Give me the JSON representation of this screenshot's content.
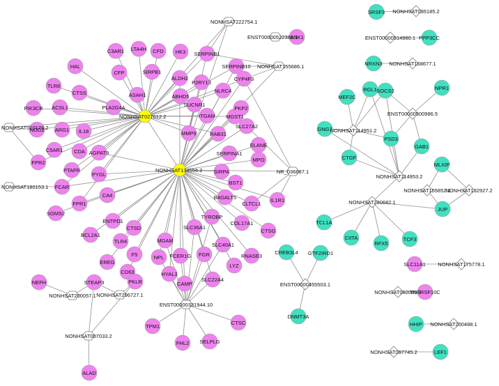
{
  "colors": {
    "mrna_pink": "#ee82ee",
    "mrna_teal": "#40e0c0",
    "hub_yellow": "#ffff00",
    "lnc_fill": "#ffffff",
    "edge": "#8f8f8f"
  },
  "nodes": [
    {
      "id": "NONHSAT027612.2",
      "shape": "circle",
      "color": "yellow"
    },
    {
      "id": "NONHSAT134556.2",
      "shape": "circle",
      "color": "yellow"
    },
    {
      "id": "NONHSAT222754.1",
      "shape": "hexagon"
    },
    {
      "id": "NONHSAT155686.1",
      "shape": "hexagon"
    },
    {
      "id": "ENST00000522388.1",
      "shape": "hexagon"
    },
    {
      "id": "NONHSAT010176.2",
      "shape": "hexagon"
    },
    {
      "id": "NONHSAT180153.1",
      "shape": "hexagon"
    },
    {
      "id": "NR_036687.1",
      "shape": "hexagon"
    },
    {
      "id": "ENST00000331944.10",
      "shape": "hexagon"
    },
    {
      "id": "NONHSAT200057.1",
      "shape": "hexagon"
    },
    {
      "id": "NONHSAT206727.1",
      "shape": "hexagon"
    },
    {
      "id": "NONHSAT007033.2",
      "shape": "hexagon"
    },
    {
      "id": "ANK1",
      "shape": "circle",
      "color": "pink"
    },
    {
      "id": "C3AR1",
      "shape": "circle",
      "color": "pink"
    },
    {
      "id": "LTA4H",
      "shape": "circle",
      "color": "pink"
    },
    {
      "id": "CFD",
      "shape": "circle",
      "color": "pink"
    },
    {
      "id": "HK3",
      "shape": "circle",
      "color": "pink"
    },
    {
      "id": "SERPINB1",
      "shape": "circle",
      "color": "pink"
    },
    {
      "id": "SERPINB10",
      "shape": "circle",
      "color": "pink"
    },
    {
      "id": "HAL",
      "shape": "circle",
      "color": "pink"
    },
    {
      "id": "CFP",
      "shape": "circle",
      "color": "pink"
    },
    {
      "id": "SIRPB1",
      "shape": "circle",
      "color": "pink"
    },
    {
      "id": "ALDH2",
      "shape": "circle",
      "color": "pink"
    },
    {
      "id": "P2RY13",
      "shape": "circle",
      "color": "pink"
    },
    {
      "id": "TLR8",
      "shape": "circle",
      "color": "pink"
    },
    {
      "id": "CTSS",
      "shape": "circle",
      "color": "pink"
    },
    {
      "id": "ASAH1",
      "shape": "circle",
      "color": "pink"
    },
    {
      "id": "ABHD5",
      "shape": "circle",
      "color": "pink"
    },
    {
      "id": "NLRC4",
      "shape": "circle",
      "color": "pink"
    },
    {
      "id": "CYP4F3",
      "shape": "circle",
      "color": "pink"
    },
    {
      "id": "PIK3CB",
      "shape": "circle",
      "color": "pink"
    },
    {
      "id": "ACSL1",
      "shape": "circle",
      "color": "pink"
    },
    {
      "id": "PLA2G4A",
      "shape": "circle",
      "color": "pink"
    },
    {
      "id": "SUCNR1",
      "shape": "circle",
      "color": "pink"
    },
    {
      "id": "ITGAM",
      "shape": "circle",
      "color": "pink"
    },
    {
      "id": "MGST1",
      "shape": "circle",
      "color": "pink"
    },
    {
      "id": "PKP2",
      "shape": "circle",
      "color": "pink"
    },
    {
      "id": "NOD2",
      "shape": "circle",
      "color": "pink"
    },
    {
      "id": "ARG1",
      "shape": "circle",
      "color": "pink"
    },
    {
      "id": "IL18",
      "shape": "circle",
      "color": "pink"
    },
    {
      "id": "MMP9",
      "shape": "circle",
      "color": "pink"
    },
    {
      "id": "RAB31",
      "shape": "circle",
      "color": "pink"
    },
    {
      "id": "SLC27A2",
      "shape": "circle",
      "color": "pink"
    },
    {
      "id": "C5AR1",
      "shape": "circle",
      "color": "pink"
    },
    {
      "id": "CDA",
      "shape": "circle",
      "color": "pink"
    },
    {
      "id": "AGPAT9",
      "shape": "circle",
      "color": "pink"
    },
    {
      "id": "SERPINA1",
      "shape": "circle",
      "color": "pink"
    },
    {
      "id": "ELANE",
      "shape": "circle",
      "color": "pink"
    },
    {
      "id": "FPR2",
      "shape": "circle",
      "color": "pink"
    },
    {
      "id": "PTAFR",
      "shape": "circle",
      "color": "pink"
    },
    {
      "id": "PYGL",
      "shape": "circle",
      "color": "pink"
    },
    {
      "id": "SIRPA",
      "shape": "circle",
      "color": "pink"
    },
    {
      "id": "BST1",
      "shape": "circle",
      "color": "pink"
    },
    {
      "id": "MPO",
      "shape": "circle",
      "color": "pink"
    },
    {
      "id": "FCAR",
      "shape": "circle",
      "color": "pink"
    },
    {
      "id": "B4GALT5",
      "shape": "circle",
      "color": "pink"
    },
    {
      "id": "CLTCL1",
      "shape": "circle",
      "color": "pink"
    },
    {
      "id": "IL1R1",
      "shape": "circle",
      "color": "pink"
    },
    {
      "id": "FPR1",
      "shape": "circle",
      "color": "pink"
    },
    {
      "id": "CA4",
      "shape": "circle",
      "color": "pink"
    },
    {
      "id": "TYROBP",
      "shape": "circle",
      "color": "pink"
    },
    {
      "id": "SGMS2",
      "shape": "circle",
      "color": "pink"
    },
    {
      "id": "ENTPD1",
      "shape": "circle",
      "color": "pink"
    },
    {
      "id": "CTSD",
      "shape": "circle",
      "color": "pink"
    },
    {
      "id": "SLC36A1",
      "shape": "circle",
      "color": "pink"
    },
    {
      "id": "COL17A1",
      "shape": "circle",
      "color": "pink"
    },
    {
      "id": "CTSG",
      "shape": "circle",
      "color": "pink"
    },
    {
      "id": "BCL2A1",
      "shape": "circle",
      "color": "pink"
    },
    {
      "id": "TLR4",
      "shape": "circle",
      "color": "pink"
    },
    {
      "id": "MGAM",
      "shape": "circle",
      "color": "pink"
    },
    {
      "id": "SLC40A1",
      "shape": "circle",
      "color": "pink"
    },
    {
      "id": "EREG",
      "shape": "circle",
      "color": "pink"
    },
    {
      "id": "F5",
      "shape": "circle",
      "color": "pink"
    },
    {
      "id": "NPL",
      "shape": "circle",
      "color": "pink"
    },
    {
      "id": "FCER1G",
      "shape": "circle",
      "color": "pink"
    },
    {
      "id": "FGR",
      "shape": "circle",
      "color": "pink"
    },
    {
      "id": "RNASE3",
      "shape": "circle",
      "color": "pink"
    },
    {
      "id": "CD63",
      "shape": "circle",
      "color": "pink"
    },
    {
      "id": "LYZ",
      "shape": "circle",
      "color": "pink"
    },
    {
      "id": "HYAL3",
      "shape": "circle",
      "color": "pink"
    },
    {
      "id": "CAMP",
      "shape": "circle",
      "color": "pink"
    },
    {
      "id": "SLC22A4",
      "shape": "circle",
      "color": "pink"
    },
    {
      "id": "NEFH",
      "shape": "circle",
      "color": "pink"
    },
    {
      "id": "STEAP3",
      "shape": "circle",
      "color": "pink"
    },
    {
      "id": "PKLR",
      "shape": "circle",
      "color": "pink"
    },
    {
      "id": "TPM1",
      "shape": "circle",
      "color": "pink"
    },
    {
      "id": "CTSC",
      "shape": "circle",
      "color": "pink"
    },
    {
      "id": "FHL2",
      "shape": "circle",
      "color": "pink"
    },
    {
      "id": "SELPLG",
      "shape": "circle",
      "color": "pink"
    },
    {
      "id": "ALAD",
      "shape": "circle",
      "color": "pink"
    },
    {
      "id": "SLC11A1",
      "shape": "circle",
      "color": "pink"
    },
    {
      "id": "TNFRSF10C",
      "shape": "circle",
      "color": "pink"
    },
    {
      "id": "SRSF3",
      "shape": "circle",
      "color": "teal"
    },
    {
      "id": "PPP3CC",
      "shape": "circle",
      "color": "teal"
    },
    {
      "id": "NRXN3",
      "shape": "circle",
      "color": "teal"
    },
    {
      "id": "RGL1",
      "shape": "circle",
      "color": "teal"
    },
    {
      "id": "MEF2C",
      "shape": "circle",
      "color": "teal"
    },
    {
      "id": "SOCS2",
      "shape": "circle",
      "color": "teal"
    },
    {
      "id": "NPR1",
      "shape": "circle",
      "color": "teal"
    },
    {
      "id": "GNG7",
      "shape": "circle",
      "color": "teal"
    },
    {
      "id": "PSD3",
      "shape": "circle",
      "color": "teal"
    },
    {
      "id": "GAB1",
      "shape": "circle",
      "color": "teal"
    },
    {
      "id": "CTGF",
      "shape": "circle",
      "color": "teal"
    },
    {
      "id": "MLXIP",
      "shape": "circle",
      "color": "teal"
    },
    {
      "id": "JUP",
      "shape": "circle",
      "color": "teal"
    },
    {
      "id": "TCL1A",
      "shape": "circle",
      "color": "teal"
    },
    {
      "id": "CIITA",
      "shape": "circle",
      "color": "teal"
    },
    {
      "id": "RFX5",
      "shape": "circle",
      "color": "teal"
    },
    {
      "id": "TCF3",
      "shape": "circle",
      "color": "teal"
    },
    {
      "id": "CREB3L4",
      "shape": "circle",
      "color": "teal"
    },
    {
      "id": "GTF2IRD1",
      "shape": "circle",
      "color": "teal"
    },
    {
      "id": "DNMT3A",
      "shape": "circle",
      "color": "teal"
    },
    {
      "id": "HHIP",
      "shape": "circle",
      "color": "teal"
    },
    {
      "id": "LEF1",
      "shape": "circle",
      "color": "teal"
    },
    {
      "id": "NONHSAT035185.2",
      "shape": "diamond"
    },
    {
      "id": "ENST00000514980.1",
      "shape": "diamond"
    },
    {
      "id": "NONHSAT168677.1",
      "shape": "diamond"
    },
    {
      "id": "ENST00000500986.5",
      "shape": "diamond"
    },
    {
      "id": "NONHSAT114951.2",
      "shape": "diamond"
    },
    {
      "id": "NONHSAT114953.2",
      "shape": "diamond"
    },
    {
      "id": "NONHSAT155852.1",
      "shape": "diamond"
    },
    {
      "id": "NONHSAT132927.2",
      "shape": "diamond"
    },
    {
      "id": "NONHSAT230682.1",
      "shape": "diamond"
    },
    {
      "id": "ENST00000455503.1",
      "shape": "diamond"
    },
    {
      "id": "NONHSAT175778.1",
      "shape": "diamond"
    },
    {
      "id": "NONHSAT082085.2",
      "shape": "diamond"
    },
    {
      "id": "NONHSAT200488.1",
      "shape": "diamond"
    },
    {
      "id": "NONHSAT097745.2",
      "shape": "diamond"
    }
  ],
  "edges": [
    [
      "NONHSAT027612.2",
      "NONHSAT134556.2"
    ],
    [
      "NONHSAT027612.2",
      "C3AR1"
    ],
    [
      "NONHSAT027612.2",
      "LTA4H"
    ],
    [
      "NONHSAT027612.2",
      "CFD"
    ],
    [
      "NONHSAT027612.2",
      "HK3"
    ],
    [
      "NONHSAT027612.2",
      "SERPINB1"
    ],
    [
      "NONHSAT027612.2",
      "SERPINB10"
    ],
    [
      "NONHSAT027612.2",
      "HAL"
    ],
    [
      "NONHSAT027612.2",
      "CFP"
    ],
    [
      "NONHSAT027612.2",
      "SIRPB1"
    ],
    [
      "NONHSAT027612.2",
      "ALDH2"
    ],
    [
      "NONHSAT027612.2",
      "P2RY13"
    ],
    [
      "NONHSAT027612.2",
      "TLR8"
    ],
    [
      "NONHSAT027612.2",
      "CTSS"
    ],
    [
      "NONHSAT027612.2",
      "ASAH1"
    ],
    [
      "NONHSAT027612.2",
      "ABHD5"
    ],
    [
      "NONHSAT027612.2",
      "NLRC4"
    ],
    [
      "NONHSAT027612.2",
      "PIK3CB"
    ],
    [
      "NONHSAT027612.2",
      "ACSL1"
    ],
    [
      "NONHSAT027612.2",
      "PLA2G4A"
    ],
    [
      "NONHSAT027612.2",
      "SUCNR1"
    ],
    [
      "NONHSAT027612.2",
      "ITGAM"
    ],
    [
      "NONHSAT027612.2",
      "MGST1"
    ],
    [
      "NONHSAT027612.2",
      "NOD2"
    ],
    [
      "NONHSAT027612.2",
      "ARG1"
    ],
    [
      "NONHSAT027612.2",
      "IL18"
    ],
    [
      "NONHSAT027612.2",
      "MMP9"
    ],
    [
      "NONHSAT027612.2",
      "C5AR1"
    ],
    [
      "NONHSAT027612.2",
      "CDA"
    ],
    [
      "NONHSAT027612.2",
      "AGPAT9"
    ],
    [
      "NONHSAT027612.2",
      "FPR2"
    ],
    [
      "NONHSAT027612.2",
      "PTAFR"
    ],
    [
      "NONHSAT027612.2",
      "PYGL"
    ],
    [
      "NONHSAT027612.2",
      "FCAR"
    ],
    [
      "NONHSAT027612.2",
      "FPR1"
    ],
    [
      "NONHSAT027612.2",
      "NONHSAT010176.2"
    ],
    [
      "NONHSAT027612.2",
      "NONHSAT222754.1"
    ],
    [
      "NONHSAT027612.2",
      "NONHSAT155686.1"
    ],
    [
      "NONHSAT027612.2",
      "RAB31"
    ],
    [
      "NONHSAT134556.2",
      "SERPINB1"
    ],
    [
      "NONHSAT134556.2",
      "SERPINB10"
    ],
    [
      "NONHSAT134556.2",
      "ALDH2"
    ],
    [
      "NONHSAT134556.2",
      "P2RY13"
    ],
    [
      "NONHSAT134556.2",
      "NLRC4"
    ],
    [
      "NONHSAT134556.2",
      "CYP4F3"
    ],
    [
      "NONHSAT134556.2",
      "SUCNR1"
    ],
    [
      "NONHSAT134556.2",
      "ITGAM"
    ],
    [
      "NONHSAT134556.2",
      "MGST1"
    ],
    [
      "NONHSAT134556.2",
      "PKP2"
    ],
    [
      "NONHSAT134556.2",
      "MMP9"
    ],
    [
      "NONHSAT134556.2",
      "RAB31"
    ],
    [
      "NONHSAT134556.2",
      "SLC27A2"
    ],
    [
      "NONHSAT134556.2",
      "SERPINA1"
    ],
    [
      "NONHSAT134556.2",
      "ELANE"
    ],
    [
      "NONHSAT134556.2",
      "SIRPA"
    ],
    [
      "NONHSAT134556.2",
      "BST1"
    ],
    [
      "NONHSAT134556.2",
      "MPO"
    ],
    [
      "NONHSAT134556.2",
      "B4GALT5"
    ],
    [
      "NONHSAT134556.2",
      "CLTCL1"
    ],
    [
      "NONHSAT134556.2",
      "IL1R1"
    ],
    [
      "NONHSAT134556.2",
      "TYROBP"
    ],
    [
      "NONHSAT134556.2",
      "COL17A1"
    ],
    [
      "NONHSAT134556.2",
      "CTSG"
    ],
    [
      "NONHSAT134556.2",
      "SLC36A1"
    ],
    [
      "NONHSAT134556.2",
      "SLC40A1"
    ],
    [
      "NONHSAT134556.2",
      "RNASE3"
    ],
    [
      "NONHSAT134556.2",
      "LYZ"
    ],
    [
      "NONHSAT134556.2",
      "FGR"
    ],
    [
      "NONHSAT134556.2",
      "SLC22A4"
    ],
    [
      "NONHSAT134556.2",
      "CAMP"
    ],
    [
      "NONHSAT134556.2",
      "FCER1G"
    ],
    [
      "NONHSAT134556.2",
      "MGAM"
    ],
    [
      "NONHSAT134556.2",
      "NPL"
    ],
    [
      "NONHSAT134556.2",
      "HYAL3"
    ],
    [
      "NONHSAT134556.2",
      "CTSD"
    ],
    [
      "NONHSAT134556.2",
      "F5"
    ],
    [
      "NONHSAT134556.2",
      "CD63"
    ],
    [
      "NONHSAT134556.2",
      "ENTPD1"
    ],
    [
      "NONHSAT134556.2",
      "TLR4"
    ],
    [
      "NONHSAT134556.2",
      "EREG"
    ],
    [
      "NONHSAT134556.2",
      "BCL2A1"
    ],
    [
      "NONHSAT134556.2",
      "CA4"
    ],
    [
      "NONHSAT134556.2",
      "FPR1"
    ],
    [
      "NONHSAT134556.2",
      "FCAR"
    ],
    [
      "NONHSAT134556.2",
      "PYGL"
    ],
    [
      "NONHSAT134556.2",
      "SGMS2"
    ],
    [
      "NONHSAT134556.2",
      "NR_036687.1"
    ],
    [
      "NONHSAT134556.2",
      "NONHSAT222754.1"
    ],
    [
      "NONHSAT134556.2",
      "NONHSAT155686.1"
    ],
    [
      "NONHSAT134556.2",
      "AGPAT9"
    ],
    [
      "NONHSAT180153.1",
      "FCAR"
    ],
    [
      "NONHSAT010176.2",
      "FPR2"
    ],
    [
      "ENST00000522388.1",
      "ANK1"
    ],
    [
      "NONHSAT155686.1",
      "SERPINB10"
    ],
    [
      "NONHSAT155686.1",
      "SERPINB1"
    ],
    [
      "NONHSAT222754.1",
      "SERPINB1"
    ],
    [
      "NR_036687.1",
      "CLTCL1"
    ],
    [
      "NR_036687.1",
      "IL1R1"
    ],
    [
      "NR_036687.1",
      "CYP4F3"
    ],
    [
      "NR_036687.1",
      "SLC27A2"
    ],
    [
      "ENST00000331944.10",
      "FCER1G"
    ],
    [
      "ENST00000331944.10",
      "FGR"
    ],
    [
      "ENST00000331944.10",
      "CAMP"
    ],
    [
      "ENST00000331944.10",
      "SLC22A4"
    ],
    [
      "ENST00000331944.10",
      "TPM1"
    ],
    [
      "ENST00000331944.10",
      "FHL2"
    ],
    [
      "ENST00000331944.10",
      "SELPLG"
    ],
    [
      "ENST00000331944.10",
      "CTSC"
    ],
    [
      "ENST00000331944.10",
      "HYAL3"
    ],
    [
      "ENST00000331944.10",
      "NPL"
    ],
    [
      "ENST00000331944.10",
      "MGAM"
    ],
    [
      "ENST00000331944.10",
      "SLC36A1"
    ],
    [
      "ENST00000331944.10",
      "SLC40A1"
    ],
    [
      "ENST00000331944.10",
      "TYROBP"
    ],
    [
      "NONHSAT200057.1",
      "NEFH"
    ],
    [
      "NONHSAT200057.1",
      "STEAP3"
    ],
    [
      "NONHSAT206727.1",
      "STEAP3"
    ],
    [
      "NONHSAT206727.1",
      "PKLR"
    ],
    [
      "NONHSAT007033.2",
      "STEAP3"
    ],
    [
      "NONHSAT007033.2",
      "PKLR"
    ],
    [
      "NONHSAT007033.2",
      "ALAD"
    ],
    [
      "SRSF3",
      "NONHSAT035185.2"
    ],
    [
      "ENST00000514980.1",
      "PPP3CC"
    ],
    [
      "NRXN3",
      "NONHSAT168677.1"
    ],
    [
      "ENST00000500986.5",
      "NPR1"
    ],
    [
      "ENST00000500986.5",
      "SOCS2"
    ],
    [
      "ENST00000500986.5",
      "PSD3"
    ],
    [
      "ENST00000500986.5",
      "GAB1"
    ],
    [
      "NONHSAT114951.2",
      "RGL1"
    ],
    [
      "NONHSAT114951.2",
      "MEF2C"
    ],
    [
      "NONHSAT114951.2",
      "GNG7"
    ],
    [
      "NONHSAT114951.2",
      "PSD3"
    ],
    [
      "NONHSAT114951.2",
      "CTGF"
    ],
    [
      "NONHSAT114951.2",
      "SOCS2"
    ],
    [
      "NONHSAT114953.2",
      "RGL1"
    ],
    [
      "NONHSAT114953.2",
      "SOCS2"
    ],
    [
      "NONHSAT114953.2",
      "PSD3"
    ],
    [
      "NONHSAT114953.2",
      "GAB1"
    ],
    [
      "NONHSAT114953.2",
      "CTGF"
    ],
    [
      "NONHSAT114953.2",
      "GNG7"
    ],
    [
      "NONHSAT155852.1",
      "MLXIP"
    ],
    [
      "NONHSAT155852.1",
      "JUP"
    ],
    [
      "NONHSAT132927.2",
      "MLXIP"
    ],
    [
      "NONHSAT132927.2",
      "JUP"
    ],
    [
      "NONHSAT230682.1",
      "JUP"
    ],
    [
      "NONHSAT230682.1",
      "TCL1A"
    ],
    [
      "NONHSAT230682.1",
      "CIITA"
    ],
    [
      "NONHSAT230682.1",
      "RFX5"
    ],
    [
      "NONHSAT230682.1",
      "TCF3"
    ],
    [
      "NONHSAT230682.1",
      "NONHSAT114953.2"
    ],
    [
      "ENST00000455503.1",
      "CREB3L4"
    ],
    [
      "ENST00000455503.1",
      "GTF2IRD1"
    ],
    [
      "ENST00000455503.1",
      "DNMT3A"
    ],
    [
      "SLC11A1",
      "NONHSAT175778.1"
    ],
    [
      "NONHSAT082085.2",
      "TNFRSF10C"
    ],
    [
      "HHIP",
      "NONHSAT200488.1"
    ],
    [
      "NONHSAT097745.2",
      "LEF1"
    ]
  ]
}
